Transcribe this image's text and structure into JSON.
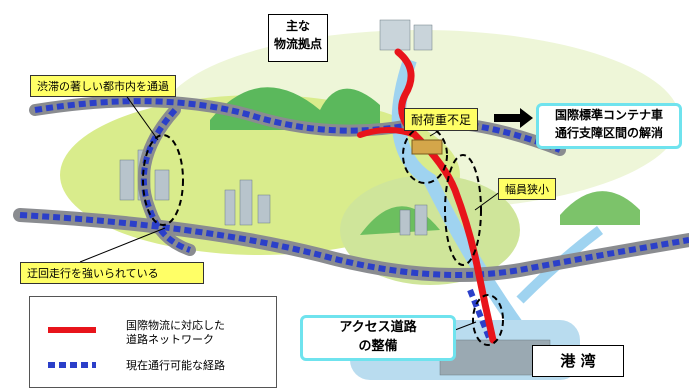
{
  "labels": {
    "main_hub": [
      "主な",
      "物流拠点"
    ],
    "congested_city": "渋滞の著しい都市内を通過",
    "load_limit": "耐荷重不足",
    "container_resolution": [
      "国際標準コンテナ車",
      "通行支障区間の解消"
    ],
    "narrow_width": "幅員狭小",
    "detour": "迂回走行を強いられている",
    "access_road": [
      "アクセス道路",
      "の整備"
    ],
    "port": "港 湾"
  },
  "legend": {
    "red_line": [
      "国際物流に対応した",
      "道路ネットワーク"
    ],
    "blue_line": "現在通行可能な経路"
  },
  "colors": {
    "red_route": "#e8141b",
    "blue_route": "#2b3fc9",
    "highlight_border": "#6fe3ee",
    "label_fill": "#ffff66",
    "road": "#8a8c90",
    "land": "#d9ec8c",
    "hill": "#5bb85c",
    "water": "#9fd3f0"
  }
}
